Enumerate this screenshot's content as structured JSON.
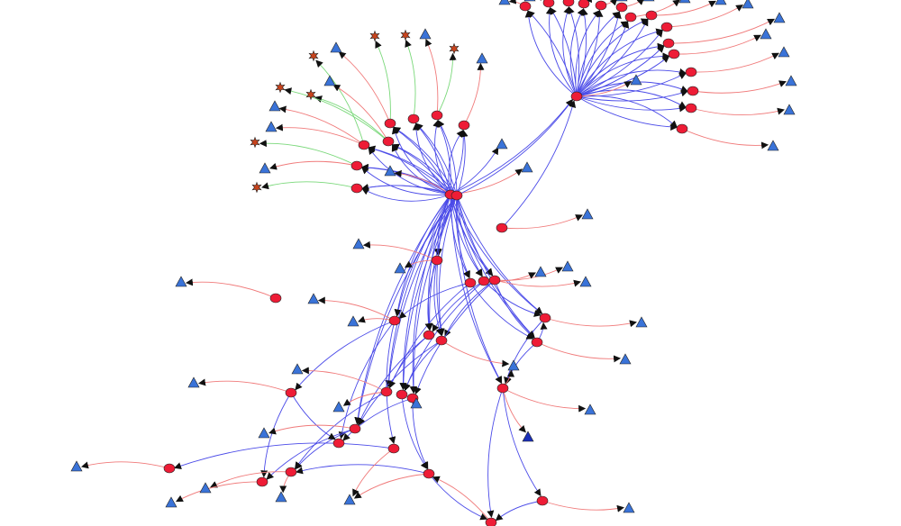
{
  "graph": {
    "node_types": [
      "circle-node",
      "triangle-node",
      "star-node"
    ],
    "edge_types": [
      "hub-link",
      "leaf-link",
      "star-link"
    ]
  },
  "colors": {
    "background": "#ffffff",
    "circle_fill": "#ee1c36",
    "triangle_fill": "#3a73d8",
    "triangle_dark_fill": "#1a2fb8",
    "star_fill": "#c8431c",
    "node_stroke": "#222222",
    "hub_edge": "#4a4ae8",
    "leaf_edge": "#f07a7a",
    "star_edge": "#7ad87a",
    "arrow": "#111111"
  }
}
